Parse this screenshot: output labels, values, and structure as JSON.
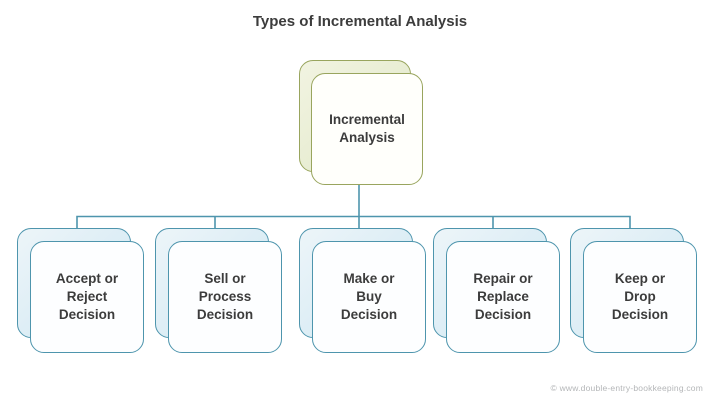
{
  "title": "Types of Incremental Analysis",
  "root": {
    "label": "Incremental\nAnalysis"
  },
  "children": [
    {
      "label": "Accept or\nReject\nDecision"
    },
    {
      "label": "Sell or\nProcess\nDecision"
    },
    {
      "label": "Make or\nBuy\nDecision"
    },
    {
      "label": "Repair or\nReplace\nDecision"
    },
    {
      "label": "Keep or\nDrop\nDecision"
    }
  ],
  "footer": {
    "copyright": "© www.double-entry-bookkeeping.com"
  },
  "colors": {
    "root_border": "#99a55e",
    "root_back_fill": "#e8ecd4",
    "child_border": "#4e95ad",
    "child_back_fill": "#dcedf5",
    "connector": "#4e95ad",
    "text": "#3c3c3c",
    "footer_text": "#b4b6b8"
  }
}
